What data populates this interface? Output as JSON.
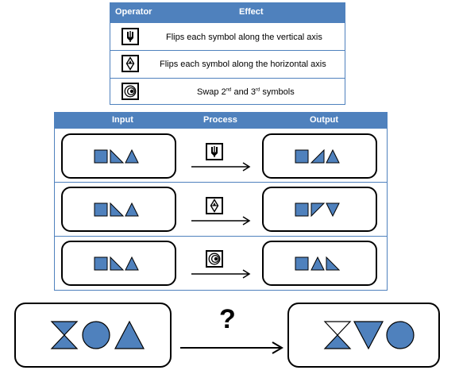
{
  "operator_table": {
    "header_operator": "Operator",
    "header_effect": "Effect",
    "rows": [
      {
        "icon": "vertical-flip-icon",
        "effect": "Flips each symbol along the vertical axis"
      },
      {
        "icon": "horizontal-flip-icon",
        "effect": "Flips each symbol along the horizontal axis"
      },
      {
        "icon": "swap-icon",
        "effect_prefix": "Swap 2",
        "sup1": "nd",
        "effect_mid": " and 3",
        "sup2": "rd",
        "effect_suffix": " symbols"
      }
    ]
  },
  "examples_table": {
    "header_input": "Input",
    "header_process": "Process",
    "header_output": "Output",
    "rows": [
      {
        "input": [
          "square",
          "right-triangle",
          "triangle"
        ],
        "operator": "vertical-flip-icon",
        "output": [
          "square",
          "mirrored-right-triangle",
          "triangle"
        ]
      },
      {
        "input": [
          "square",
          "right-triangle",
          "triangle"
        ],
        "operator": "horizontal-flip-icon",
        "output": [
          "square",
          "flipped-right-triangle",
          "inverted-triangle"
        ]
      },
      {
        "input": [
          "square",
          "right-triangle",
          "triangle"
        ],
        "operator": "swap-icon",
        "output": [
          "square",
          "triangle",
          "right-triangle"
        ]
      }
    ]
  },
  "puzzle": {
    "input": [
      "hourglass",
      "circle",
      "triangle"
    ],
    "question": "?",
    "output": [
      "hourglass-split",
      "inverted-triangle",
      "circle"
    ]
  },
  "colors": {
    "header_blue": "#4f81bd",
    "shape_blue": "#4f81bd",
    "stroke": "#000000"
  }
}
